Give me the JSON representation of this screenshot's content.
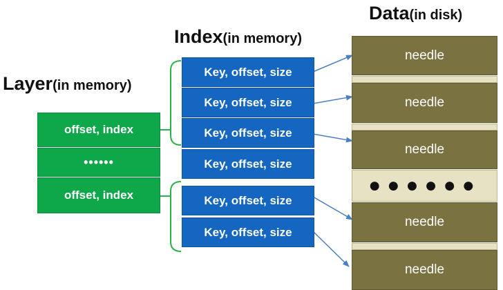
{
  "layer": {
    "title": "Layer",
    "subtitle": "(in memory)",
    "rows": [
      "offset,  index",
      "••••••",
      "offset,  index"
    ]
  },
  "index": {
    "title": "Index",
    "subtitle": "(in memory)",
    "rows": [
      "Key, offset,  size",
      "Key, offset,  size",
      "Key, offset,  size",
      "Key, offset,  size",
      "Key, offset,  size",
      "Key, offset,  size"
    ]
  },
  "data": {
    "title": "Data",
    "subtitle": "(in disk)",
    "blocks": [
      "needle",
      "needle",
      "needle",
      "needle",
      "needle"
    ],
    "dots": "●●●●●●"
  },
  "colors": {
    "layer": "#0ea84a",
    "index": "#1466c0",
    "data": "#7a7240",
    "separator": "#e8e2c4",
    "bracket": "#2bb24c",
    "arrow": "#4a7fc4"
  }
}
